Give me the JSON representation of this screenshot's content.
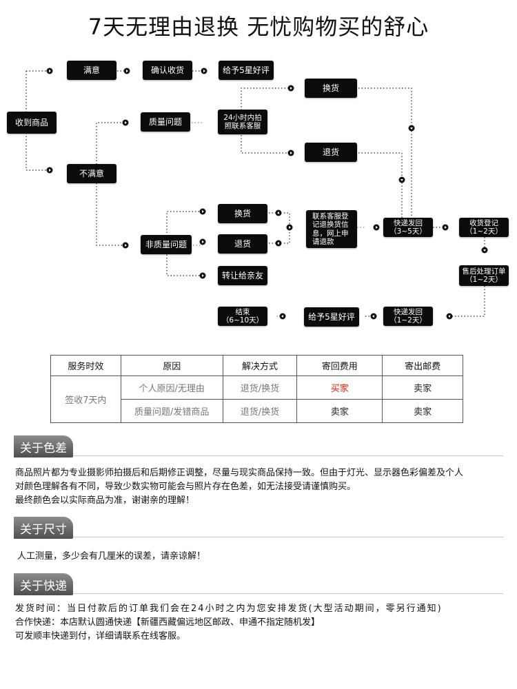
{
  "title": "7天无理由退换 无忧购物买的舒心",
  "flow": {
    "receive": "收到商品",
    "satisfied": "满意",
    "confirm": "确认收货",
    "rate5_top": "给予5星好评",
    "unsatisfied": "不满意",
    "quality": "质量问题",
    "photo": "24小时内拍\n照联系客服",
    "exchange_top": "换货",
    "return_top": "退货",
    "non_quality": "非质量问题",
    "exchange_mid": "换货",
    "return_mid": "退货",
    "transfer": "转让给亲友",
    "contact": "联系客服登\n记退换货信\n息，网上申\n请退款",
    "ship_back": "快递发回\n（3~5天）",
    "register": "收货登记\n（1~2天）",
    "process": "售后处理订单\n（1~2天）",
    "ship_out": "快递发回\n（1~2天）",
    "rate5_bottom": "给予5星好评",
    "end": "结束\n（6~10天）"
  },
  "table": {
    "headers": [
      "服务时效",
      "原因",
      "解决方式",
      "寄回费用",
      "寄出邮费"
    ],
    "period": "签收7天内",
    "rows": [
      [
        "个人原因/无理由",
        "退货/换货",
        "买家",
        "卖家"
      ],
      [
        "质量问题/发错商品",
        "退货/换货",
        "卖家",
        "卖家"
      ]
    ]
  },
  "sections": {
    "color": {
      "tag": "关于色差",
      "lines": [
        "商品照片都为专业摄影师拍摄后和后期修正调整，尽量与现实商品保持一致。但由于灯光、显示器色彩偏差及个人",
        "对颜色理解各有不同，导致少数实物可能会与照片存在色差，如无法接受请谨慎购买。",
        "最终颜色会以实际商品为准，谢谢亲的理解！"
      ]
    },
    "size": {
      "tag": "关于尺寸",
      "lines": [
        "人工测量，多少会有几厘米的误差，请亲谅解！"
      ]
    },
    "express": {
      "tag": "关于快递",
      "lines": [
        "发货时间：当日付款后的订单我们会在24小时之内为您安排发货(大型活动期间，零另行通知)",
        "合作快递：本店默认圆通快递【新疆西藏偏远地区邮政、申通不指定随机发】",
        "可发顺丰快递到付，详细请联系在线客服。"
      ]
    }
  },
  "colors": {
    "box": "#0b0b0b",
    "dot_line": "#222222",
    "highlight": "#e52b1e",
    "tag_gray": "#6a6a6a"
  }
}
